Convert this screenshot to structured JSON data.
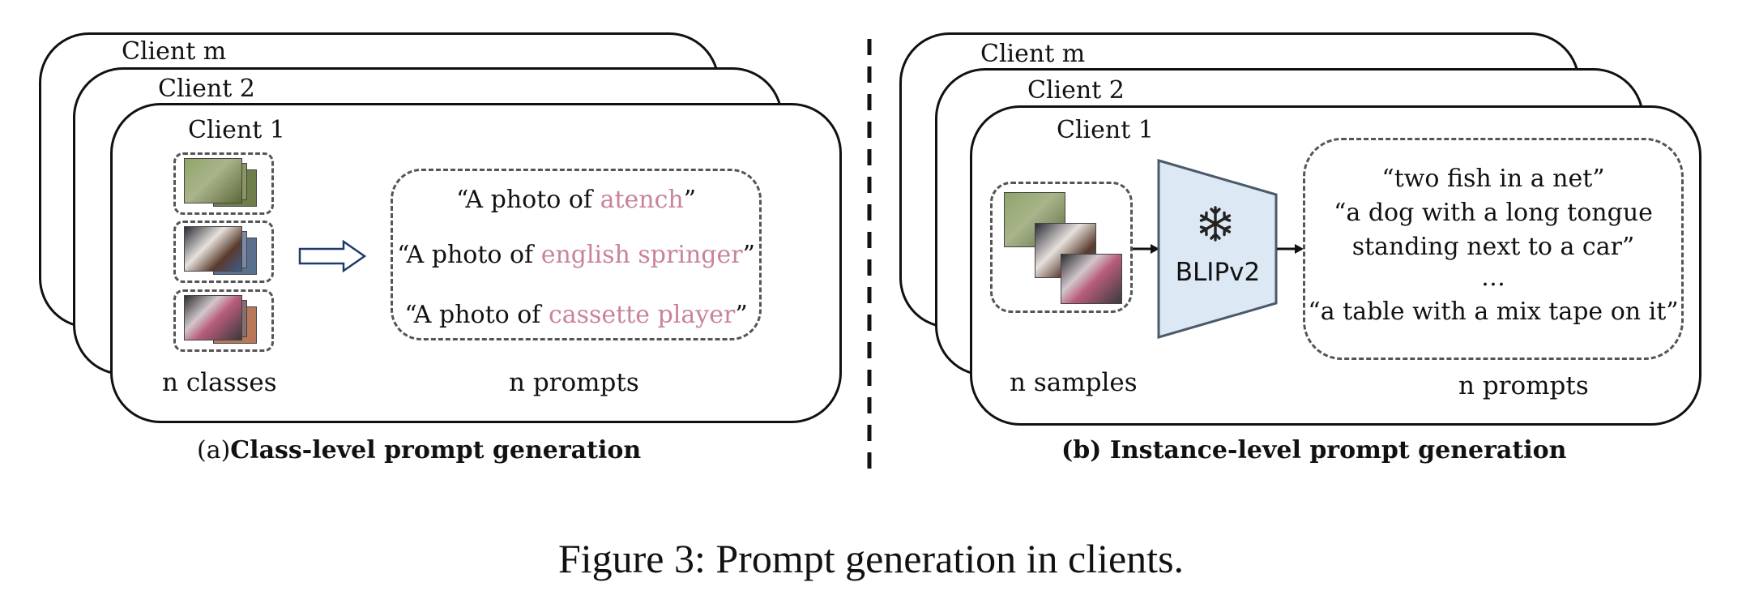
{
  "panel_a": {
    "client_labels": [
      "Client m",
      "Client 2",
      "Client 1"
    ],
    "prompts": [
      {
        "prefix": "“A photo of ",
        "class_name": "atench",
        "suffix": "”"
      },
      {
        "prefix": "“A photo of ",
        "class_name": "english springer",
        "suffix": "”"
      },
      {
        "prefix": "“A photo of ",
        "class_name": "cassette player",
        "suffix": "”"
      }
    ],
    "left_label": "n classes",
    "right_label": "n prompts",
    "caption_letter": "(a)",
    "caption_text": "Class-level prompt generation"
  },
  "panel_b": {
    "client_labels": [
      "Client m",
      "Client 2",
      "Client 1"
    ],
    "model_name": "BLIPv2",
    "prompts": [
      "“two fish in a net”",
      "“a dog with a long tongue",
      "standing next to a car”",
      "…",
      "“a table with a mix tape on it”"
    ],
    "left_label": "n samples",
    "right_label": "n prompts",
    "caption_letter": "(b)",
    "caption_text": "Instance-level prompt generation"
  },
  "figure_caption": "Figure 3: Prompt generation in clients.",
  "colors": {
    "highlight": "#c9829c",
    "model_fill": "#dce8f3",
    "model_stroke": "#4a5a6a"
  },
  "icons": {
    "frozen": "snowflake-icon",
    "arrow": "hollow-right-arrow-icon"
  }
}
